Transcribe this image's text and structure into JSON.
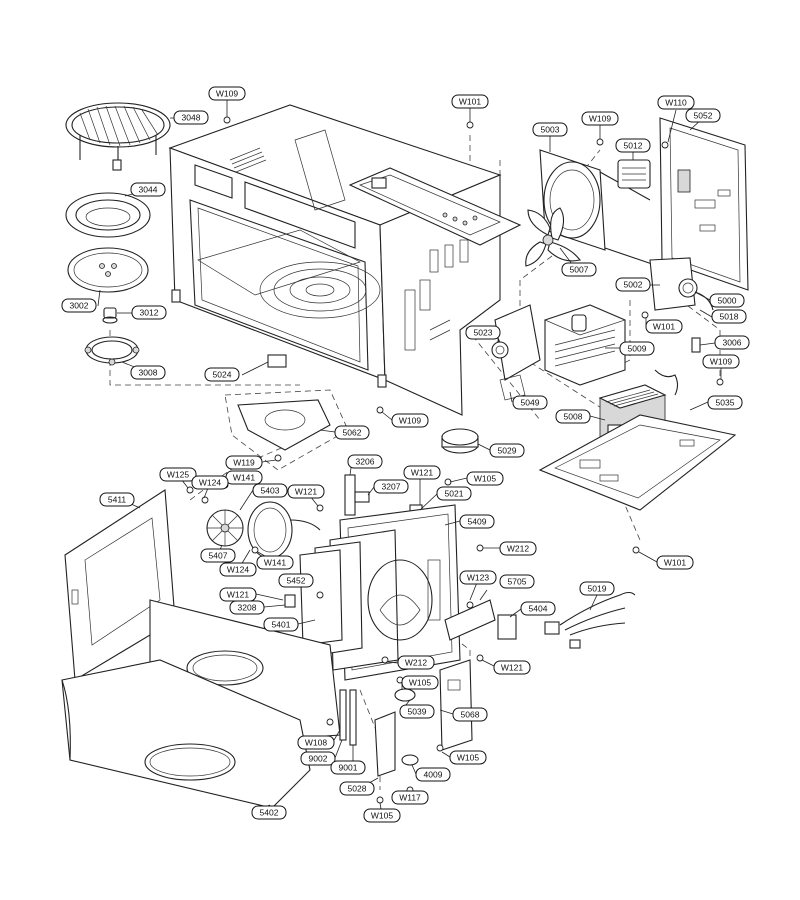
{
  "diagram": {
    "type": "exploded-parts-diagram",
    "callouts": [
      {
        "id": "c01",
        "label": "W109"
      },
      {
        "id": "c02",
        "label": "3048"
      },
      {
        "id": "c03",
        "label": "W101"
      },
      {
        "id": "c04",
        "label": "5003"
      },
      {
        "id": "c05",
        "label": "W109"
      },
      {
        "id": "c06",
        "label": "W110"
      },
      {
        "id": "c07",
        "label": "5052"
      },
      {
        "id": "c08",
        "label": "5012"
      },
      {
        "id": "c09",
        "label": "3044"
      },
      {
        "id": "c10",
        "label": "3002"
      },
      {
        "id": "c11",
        "label": "3012"
      },
      {
        "id": "c12",
        "label": "3008"
      },
      {
        "id": "c13",
        "label": "5007"
      },
      {
        "id": "c14",
        "label": "5002"
      },
      {
        "id": "c15",
        "label": "5000"
      },
      {
        "id": "c16",
        "label": "W101"
      },
      {
        "id": "c17",
        "label": "5018"
      },
      {
        "id": "c18",
        "label": "5023"
      },
      {
        "id": "c19",
        "label": "5009"
      },
      {
        "id": "c20",
        "label": "3006"
      },
      {
        "id": "c21",
        "label": "W109"
      },
      {
        "id": "c22",
        "label": "5024"
      },
      {
        "id": "c23",
        "label": "5049"
      },
      {
        "id": "c24",
        "label": "5008"
      },
      {
        "id": "c25",
        "label": "5035"
      },
      {
        "id": "c26",
        "label": "W109"
      },
      {
        "id": "c27",
        "label": "5062"
      },
      {
        "id": "c28",
        "label": "5029"
      },
      {
        "id": "c29",
        "label": "W119"
      },
      {
        "id": "c30",
        "label": "3206"
      },
      {
        "id": "c31",
        "label": "W121"
      },
      {
        "id": "c32",
        "label": "W105"
      },
      {
        "id": "c33",
        "label": "W125"
      },
      {
        "id": "c34",
        "label": "W141"
      },
      {
        "id": "c35",
        "label": "W124"
      },
      {
        "id": "c36",
        "label": "5403"
      },
      {
        "id": "c37",
        "label": "W121"
      },
      {
        "id": "c38",
        "label": "3207"
      },
      {
        "id": "c39",
        "label": "5021"
      },
      {
        "id": "c40",
        "label": "5411"
      },
      {
        "id": "c41",
        "label": "5409"
      },
      {
        "id": "c42",
        "label": "5407"
      },
      {
        "id": "c43",
        "label": "W141"
      },
      {
        "id": "c44",
        "label": "W212"
      },
      {
        "id": "c45",
        "label": "W124"
      },
      {
        "id": "c46",
        "label": "W101"
      },
      {
        "id": "c47",
        "label": "5452"
      },
      {
        "id": "c48",
        "label": "W123"
      },
      {
        "id": "c49",
        "label": "5705"
      },
      {
        "id": "c50",
        "label": "5019"
      },
      {
        "id": "c51",
        "label": "W121"
      },
      {
        "id": "c52",
        "label": "3208"
      },
      {
        "id": "c53",
        "label": "5404"
      },
      {
        "id": "c54",
        "label": "5401"
      },
      {
        "id": "c55",
        "label": "W121"
      },
      {
        "id": "c56",
        "label": "W212"
      },
      {
        "id": "c57",
        "label": "W105"
      },
      {
        "id": "c58",
        "label": "5039"
      },
      {
        "id": "c59",
        "label": "5068"
      },
      {
        "id": "c60",
        "label": "W108"
      },
      {
        "id": "c61",
        "label": "9002"
      },
      {
        "id": "c62",
        "label": "9001"
      },
      {
        "id": "c63",
        "label": "W105"
      },
      {
        "id": "c64",
        "label": "4009"
      },
      {
        "id": "c65",
        "label": "5028"
      },
      {
        "id": "c66",
        "label": "W117"
      },
      {
        "id": "c67",
        "label": "5402"
      },
      {
        "id": "c68",
        "label": "W105"
      }
    ]
  }
}
